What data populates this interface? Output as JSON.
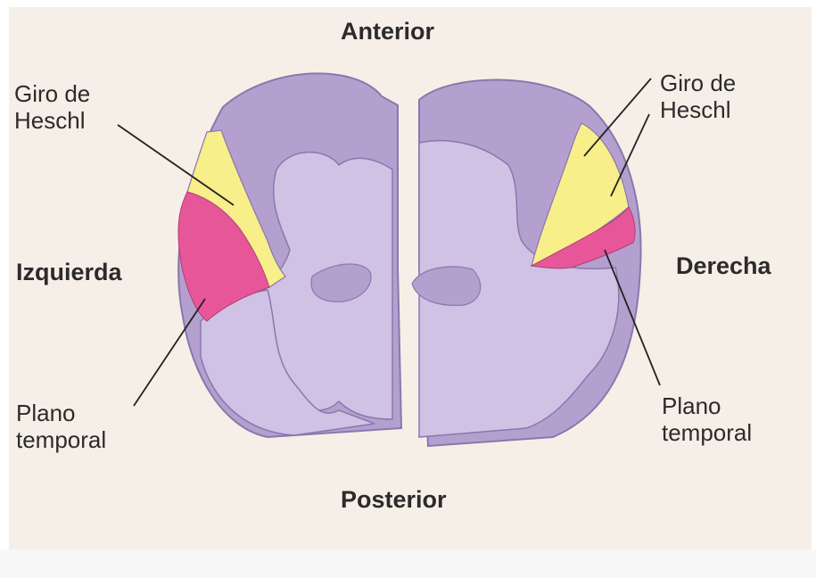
{
  "labels": {
    "anterior": "Anterior",
    "posterior": "Posterior",
    "left_side": "Izquierda",
    "right_side": "Derecha",
    "left_heschl_line1": "Giro de",
    "left_heschl_line2": "Heschl",
    "right_heschl_line1": "Giro de",
    "right_heschl_line2": "Heschl",
    "left_planum_line1": "Plano",
    "left_planum_line2": "temporal",
    "right_planum_line1": "Plano",
    "right_planum_line2": "temporal"
  },
  "colors": {
    "paper": "#f6efe7",
    "cortex": "#b4a0cf",
    "white_matter": "#cfc2e4",
    "outline": "#8a77ad",
    "heschl": "#f8ee8a",
    "planum": "#e8569a",
    "leader": "#222222"
  }
}
